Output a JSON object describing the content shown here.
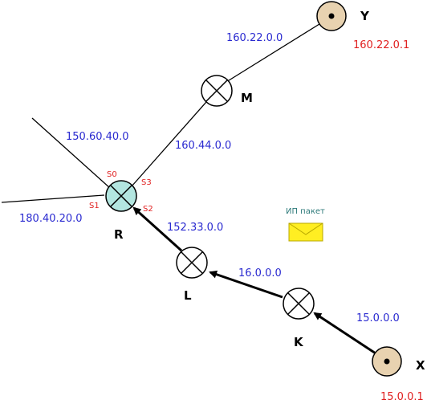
{
  "nodes": {
    "R": {
      "label": "R",
      "fill": "#b3e6e0"
    },
    "M": {
      "label": "M"
    },
    "L": {
      "label": "L"
    },
    "K": {
      "label": "K"
    },
    "Y": {
      "label": "Y",
      "address": "160.22.0.1",
      "fill": "#e8d2b0"
    },
    "X": {
      "label": "X",
      "address": "15.0.0.1",
      "fill": "#e8d2b0"
    }
  },
  "networks": {
    "y_m": "160.22.0.0",
    "m_r": "160.44.0.0",
    "r_s0": "150.60.40.0",
    "r_s1": "180.40.20.0",
    "r_l": "152.33.0.0",
    "l_k": "16.0.0.0",
    "k_x": "15.0.0.0"
  },
  "interfaces": {
    "s0": "S0",
    "s1": "S1",
    "s2": "S2",
    "s3": "S3"
  },
  "packet": {
    "label": "ИП пакет",
    "envelope_fill": "#ffee22",
    "envelope_stroke": "#b8a800"
  },
  "colors": {
    "network_text": "#2a2ad0",
    "address_text": "#e02020",
    "interface_text": "#e02020"
  },
  "icons": {
    "router": "router-cross-icon",
    "host": "host-dot-icon",
    "packet": "envelope-icon"
  }
}
